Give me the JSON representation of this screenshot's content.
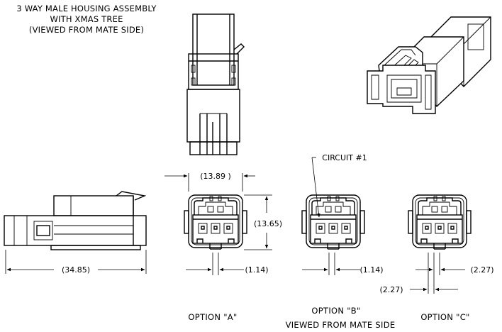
{
  "title": {
    "line1": "3 WAY MALE HOUSING ASSEMBLY",
    "line2": "WITH XMAS TREE",
    "line3": "(VIEWED FROM MATE SIDE)"
  },
  "callouts": {
    "circuit": "CIRCUIT #1"
  },
  "dimensions": {
    "length": "(34.85)",
    "width": "(13.89  )",
    "height": "(13.65)",
    "pitch_a": "(1.14)",
    "pitch_b": "(1.14)",
    "offset_c_right": "(2.27)",
    "offset_c_left": "(2.27)"
  },
  "options": {
    "a": "OPTION \"A\"",
    "b": "OPTION \"B\"",
    "b_sub": "VIEWED FROM MATE SIDE",
    "c": "OPTION \"C\""
  }
}
